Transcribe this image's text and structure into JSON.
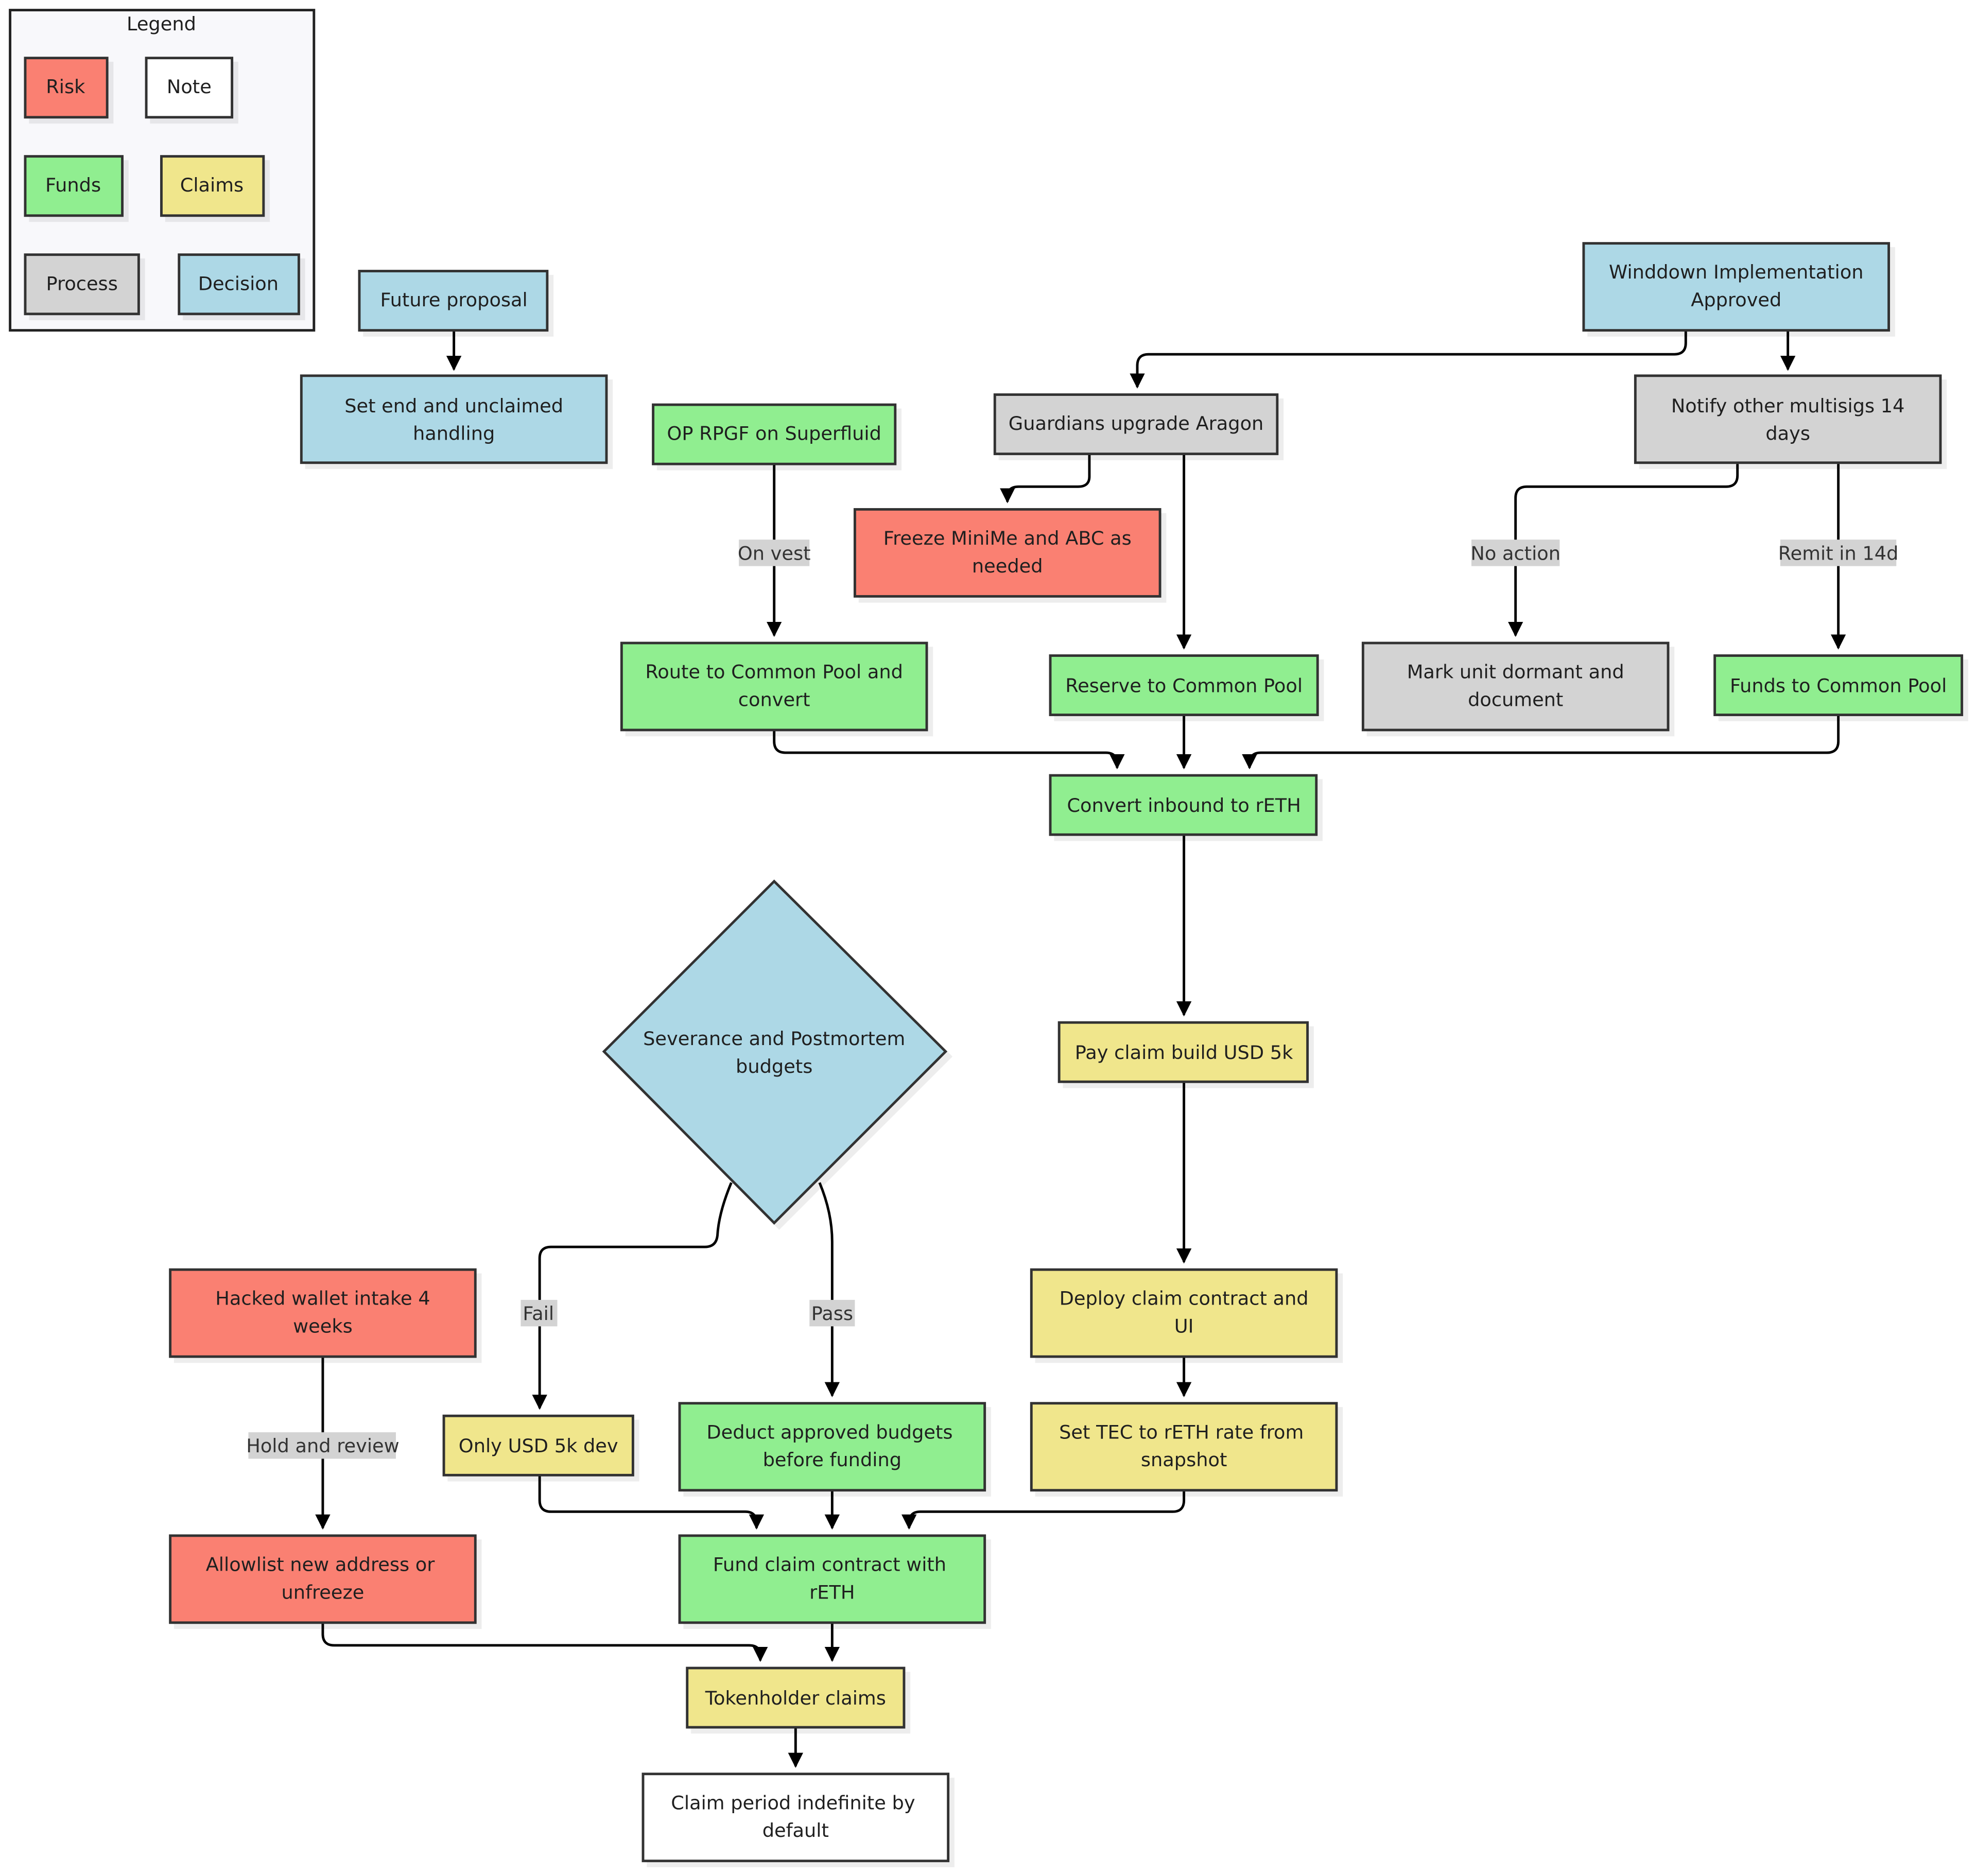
{
  "colors": {
    "risk": "#fa8072",
    "note": "#ffffff",
    "funds": "#90ee90",
    "claims": "#f0e68c",
    "process": "#d3d3d3",
    "decision": "#add8e6",
    "edge_label_bg": "#d3d3d3",
    "stroke": "#333333"
  },
  "legend": {
    "title": "Legend",
    "items": {
      "risk": "Risk",
      "note": "Note",
      "funds": "Funds",
      "claims": "Claims",
      "process": "Process",
      "decision": "Decision"
    }
  },
  "nodes": {
    "winddown_l1": "Winddown Implementation",
    "winddown_l2": "Approved",
    "notify_l1": "Notify other multisigs 14",
    "notify_l2": "days",
    "guardians": "Guardians upgrade Aragon",
    "future": "Future proposal",
    "set_end_l1": "Set end and unclaimed",
    "set_end_l2": "handling",
    "op_rpgf": "OP RPGF on Superfluid",
    "freeze_l1": "Freeze MiniMe and ABC as",
    "freeze_l2": "needed",
    "route_l1": "Route to Common Pool and",
    "route_l2": "convert",
    "reserve": "Reserve to Common Pool",
    "mark_l1": "Mark unit dormant and",
    "mark_l2": "document",
    "funds_cp": "Funds to Common Pool",
    "convert": "Convert inbound to rETH",
    "pay_claim": "Pay claim build USD 5k",
    "severance_l1": "Severance and Postmortem",
    "severance_l2": "budgets",
    "deploy_l1": "Deploy claim contract and",
    "deploy_l2": "UI",
    "hacked_l1": "Hacked wallet intake 4",
    "hacked_l2": "weeks",
    "only_5k": "Only USD 5k dev",
    "deduct_l1": "Deduct approved budgets",
    "deduct_l2": "before funding",
    "set_tec_l1": "Set TEC to rETH rate from",
    "set_tec_l2": "snapshot",
    "allowlist_l1": "Allowlist new address or",
    "allowlist_l2": "unfreeze",
    "fund_claim_l1": "Fund claim contract with",
    "fund_claim_l2": "rETH",
    "tokenholder": "Tokenholder claims",
    "claim_period_l1": "Claim period indefinite by",
    "claim_period_l2": "default"
  },
  "edge_labels": {
    "on_vest": "On vest",
    "no_action": "No action",
    "remit": "Remit in 14d",
    "fail": "Fail",
    "pass": "Pass",
    "hold": "Hold and review"
  }
}
